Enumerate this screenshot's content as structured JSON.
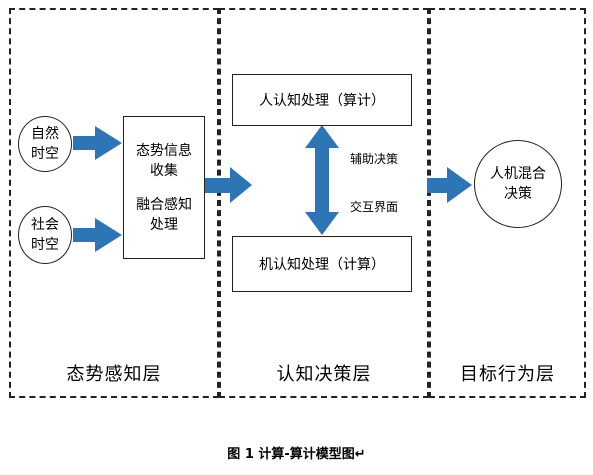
{
  "layers": {
    "left": "态势感知层",
    "middle": "认知决策层",
    "right": "目标行为层"
  },
  "nodes": {
    "natural_space": "自然时空",
    "social_space": "社会时空",
    "collect_a": "态势信息收集",
    "collect_b": "融合感知处理",
    "human_cognition": "人认知处理（算计）",
    "machine_cognition": "机认知处理（计算）",
    "assist": "辅助决策",
    "interface": "交互界面",
    "hybrid_decision": "人机混合决策"
  },
  "caption": "图 1 计算-算计模型图↵",
  "colors": {
    "arrow": "#2e75b6",
    "border": "#222222"
  }
}
